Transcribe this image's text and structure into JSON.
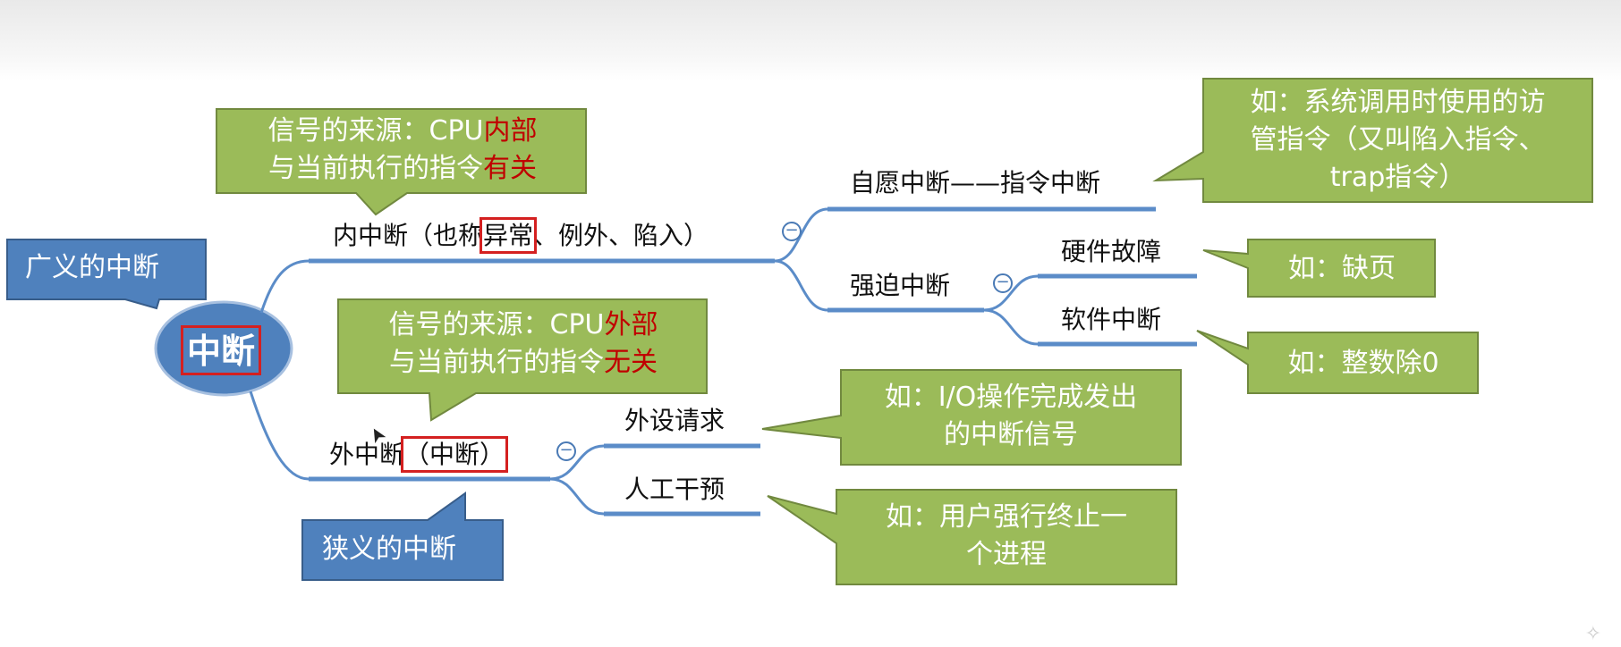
{
  "root": {
    "label": "中断"
  },
  "labels": {
    "broad": "广义的中断",
    "narrow": "狭义的中断"
  },
  "branches": {
    "internal": {
      "label_prefix": "内中断（也称",
      "label_highlight": "异常",
      "label_suffix": "、例外、陷入）",
      "callout": {
        "line1_prefix": "信号的来源：CPU",
        "line1_red": "内部",
        "line2_prefix": "与当前执行的指令",
        "line2_red": "有关"
      },
      "children": {
        "voluntary": {
          "label": "自愿中断——指令中断",
          "callout": {
            "line1": "如：系统调用时使用的访",
            "line2": "管指令（又叫陷入指令、",
            "line3": "trap指令）"
          }
        },
        "forced": {
          "label": "强迫中断",
          "children": {
            "hardware": {
              "label": "硬件故障",
              "callout": "如：缺页"
            },
            "software": {
              "label": "软件中断",
              "callout": "如：整数除0"
            }
          }
        }
      }
    },
    "external": {
      "label_prefix": "外中断",
      "label_highlight": "（中断）",
      "callout": {
        "line1_prefix": "信号的来源：CPU",
        "line1_red": "外部",
        "line2_prefix": "与当前执行的指令",
        "line2_red": "无关"
      },
      "children": {
        "device": {
          "label": "外设请求",
          "callout": {
            "line1": "如：I/O操作完成发出",
            "line2": "的中断信号"
          }
        },
        "manual": {
          "label": "人工干预",
          "callout": {
            "line1": "如：用户强行终止一",
            "line2": "个进程"
          }
        }
      }
    }
  },
  "collapse_symbol": "−",
  "colors": {
    "green": "#9bbb59",
    "green_border": "#71893f",
    "blue": "#4f81bd",
    "blue_border": "#385d8a",
    "line": "#5b8cc8",
    "red": "#c00000"
  }
}
